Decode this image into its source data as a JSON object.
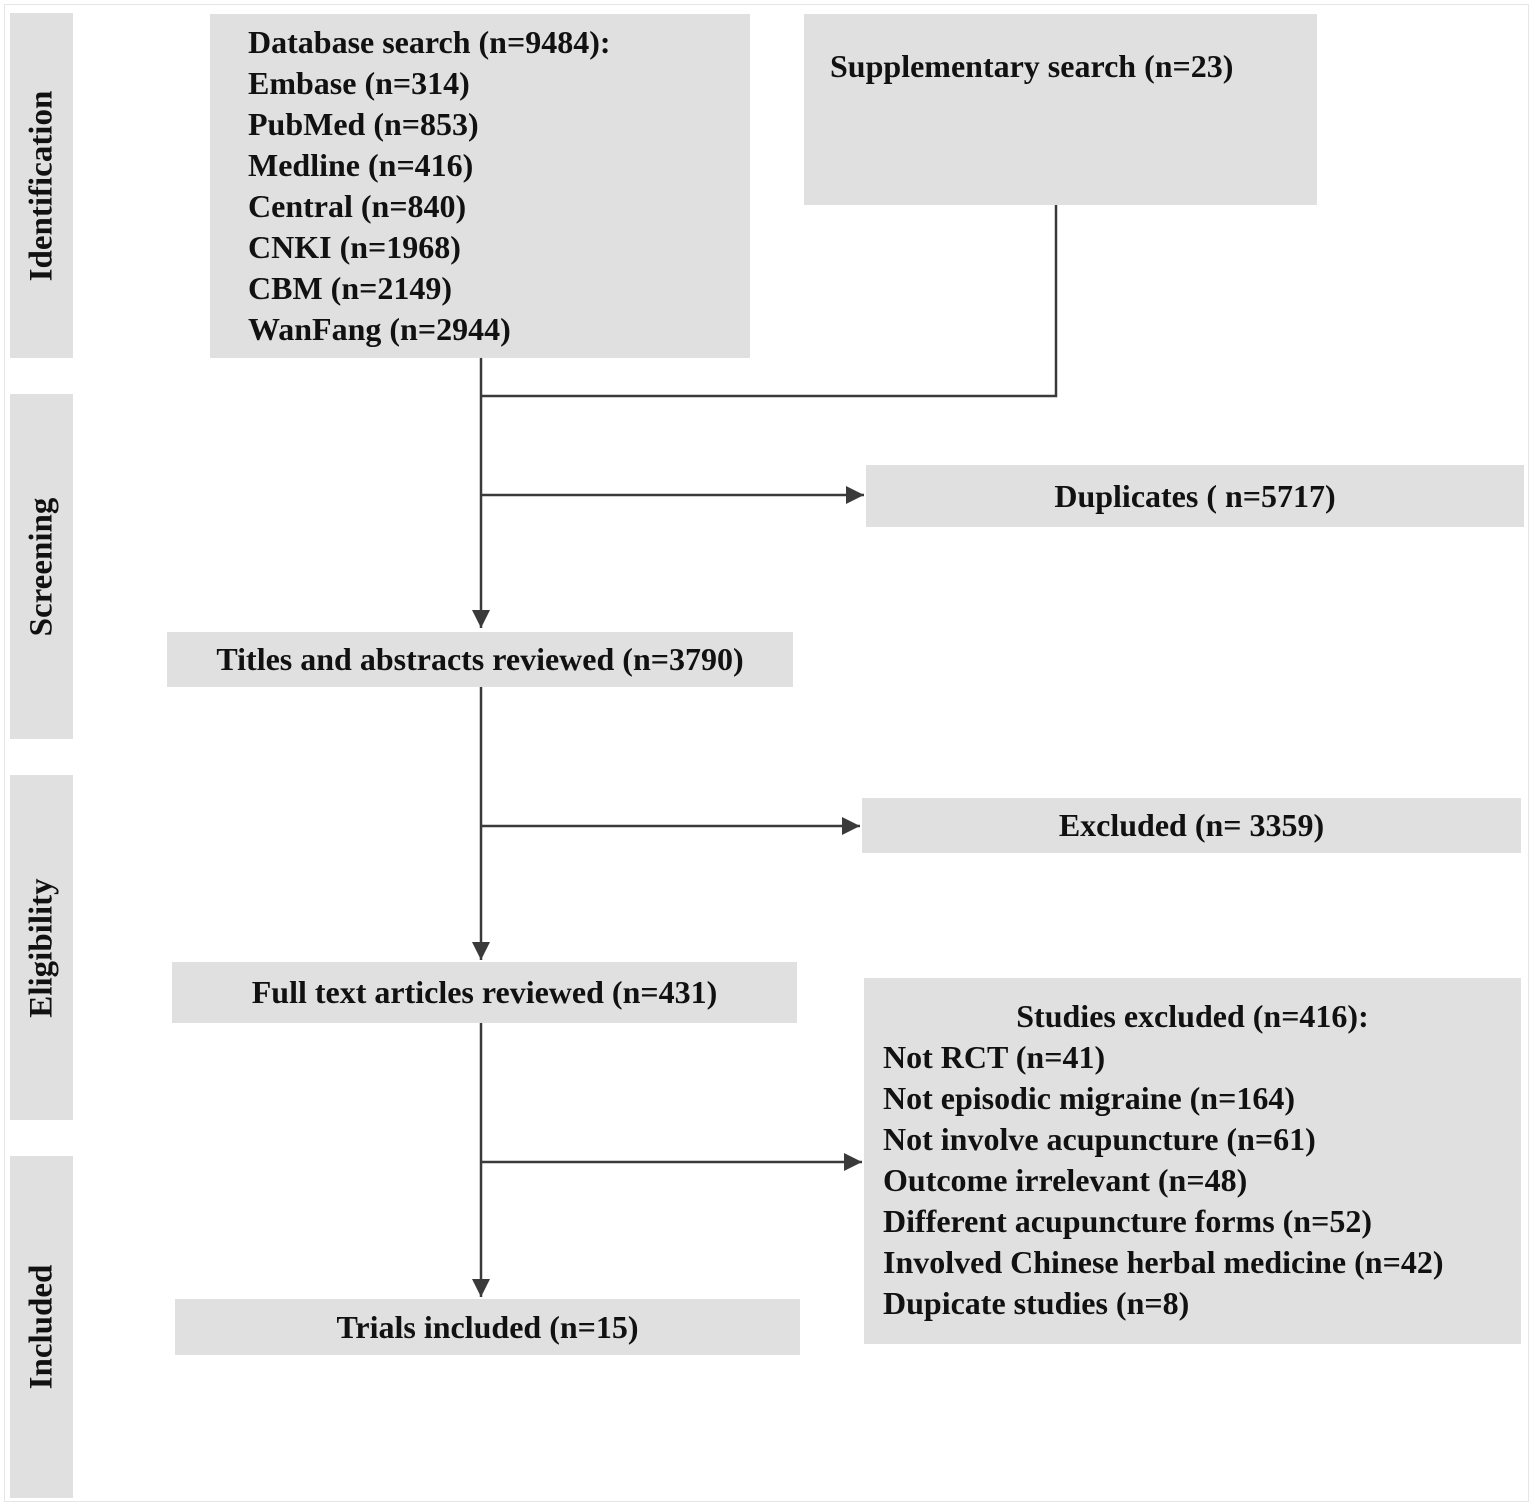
{
  "stages": {
    "identification": "Identification",
    "screening": "Screening",
    "eligibility": "Eligibility",
    "included": "Included"
  },
  "database_search": {
    "title": "Database search (n=9484):",
    "sources": [
      "Embase (n=314)",
      "PubMed (n=853)",
      "Medline (n=416)",
      "Central (n=840)",
      "CNKI (n=1968)",
      "CBM (n=2149)",
      "WanFang (n=2944)"
    ]
  },
  "supplementary_search": "Supplementary search (n=23)",
  "duplicates": "Duplicates ( n=5717)",
  "titles_abstracts": "Titles and abstracts reviewed (n=3790)",
  "excluded": "Excluded (n= 3359)",
  "full_text": "Full text articles reviewed (n=431)",
  "studies_excluded": {
    "title": "Studies excluded (n=416):",
    "reasons": [
      "Not RCT (n=41)",
      "Not episodic migraine (n=164)",
      "Not involve acupuncture (n=61)",
      "Outcome irrelevant (n=48)",
      "Different acupuncture forms (n=52)",
      "Involved Chinese herbal medicine (n=42)",
      "Dupicate studies (n=8)"
    ]
  },
  "trials_included": "Trials included (n=15)",
  "colors": {
    "box_fill": "#e0e0e0",
    "line": "#3a3a3a",
    "text": "#111111"
  }
}
